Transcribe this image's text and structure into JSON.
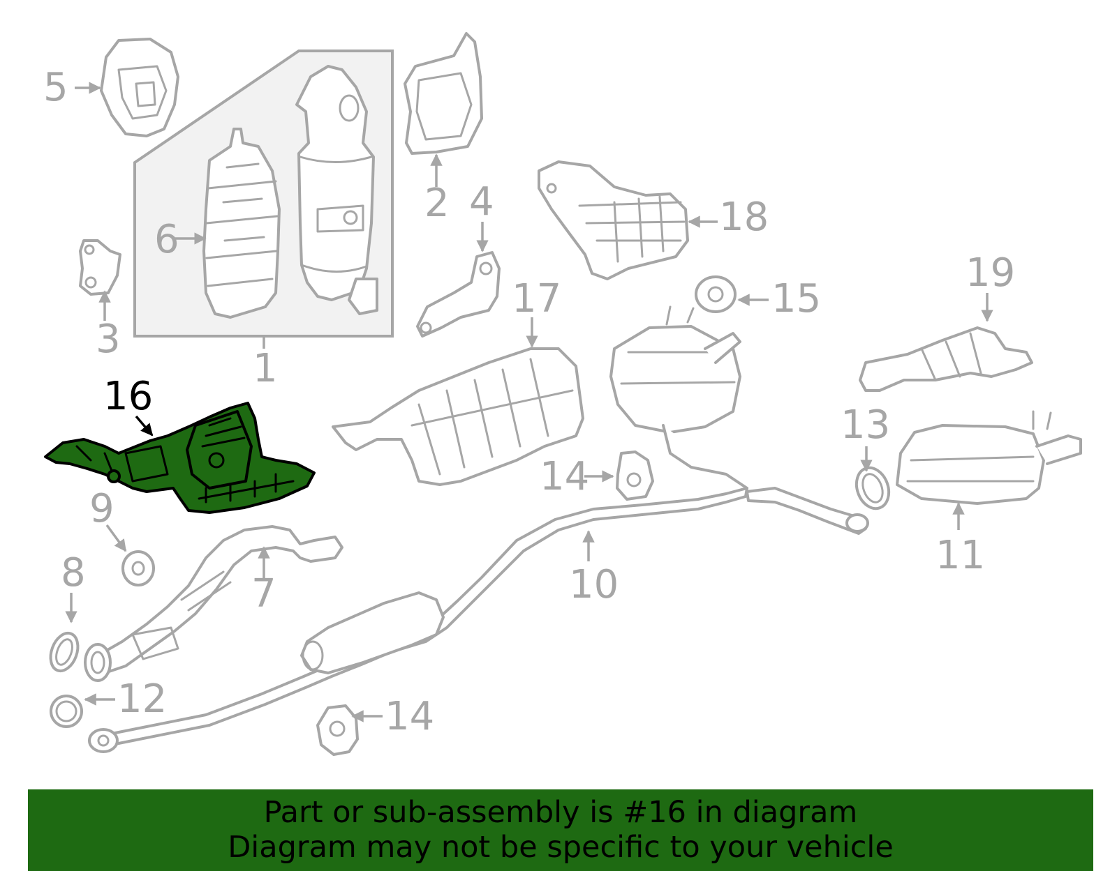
{
  "diagram": {
    "highlighted_part": "16",
    "callouts": [
      "1",
      "2",
      "3",
      "4",
      "5",
      "6",
      "7",
      "8",
      "9",
      "10",
      "11",
      "12",
      "13",
      "14",
      "14",
      "15",
      "16",
      "17",
      "18",
      "19"
    ]
  },
  "banner": {
    "line1": "Part or sub-assembly is #16 in diagram",
    "line2": "Diagram may not be specific to your vehicle"
  },
  "colors": {
    "highlight": "#1e6a12",
    "line_art": "#a6a6a6",
    "banner_background": "#1e6a12"
  }
}
